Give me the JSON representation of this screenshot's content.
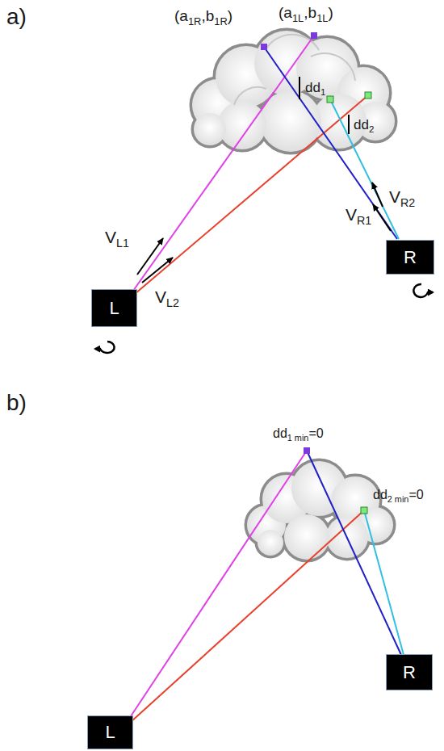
{
  "diagram": {
    "nodes": [
      {
        "text": [
          "L"
        ]
      },
      {
        "text": [
          "R"
        ]
      },
      {
        "text": [
          "L"
        ]
      },
      {
        "text": [
          "R"
        ]
      }
    ],
    "edges": [],
    "labels": [
      "a)",
      "(a1R,b1R)",
      "(a1L,b1L)",
      "dd1",
      "dd2",
      "VL1",
      "VL2",
      "VR1",
      "VR2",
      "b)",
      "dd1 min=0",
      "dd2 min=0"
    ]
  }
}
